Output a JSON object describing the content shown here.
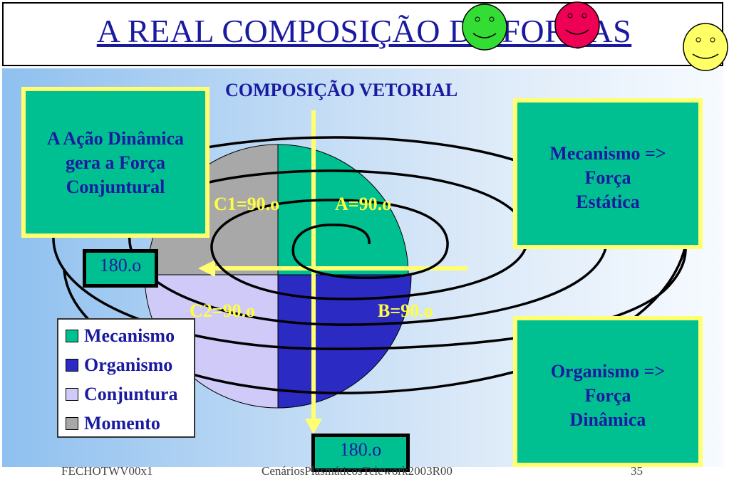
{
  "title": "A REAL COMPOSIÇÃO DE FORÇAS",
  "subtitle": "COMPOSIÇÃO VETORIAL",
  "left_box": [
    "A Ação Dinâmica",
    "gera a Força",
    "Conjuntural"
  ],
  "right_top_box": [
    "Mecanismo =>",
    "Força",
    "Estática"
  ],
  "right_bottom_box": [
    "Organismo =>",
    "Força",
    "Dinâmica"
  ],
  "degree_labels": {
    "left": "180.o",
    "bottom": "180.o"
  },
  "quadrant_labels": {
    "c1": "C1=90.o",
    "a": "A=90.o",
    "c2": "C2=90.o",
    "b": "B=90.o"
  },
  "legend": [
    {
      "label": "Mecanismo",
      "color": "#00c091"
    },
    {
      "label": "Organismo",
      "color": "#2b2bc4"
    },
    {
      "label": "Conjuntura",
      "color": "#cfcaf8"
    },
    {
      "label": "Momento",
      "color": "#a8a8a8"
    }
  ],
  "footer": {
    "left": "FECHOTWV00x1",
    "center": "CenáriosPlasmáticosTelework2003R00",
    "right": "35"
  },
  "colors": {
    "green": "#00c091",
    "blue": "#2b2bc4",
    "lavender": "#cfcaf8",
    "gray": "#a8a8a8",
    "yellow": "#ffff70",
    "text_blue": "#1a1aa0"
  }
}
